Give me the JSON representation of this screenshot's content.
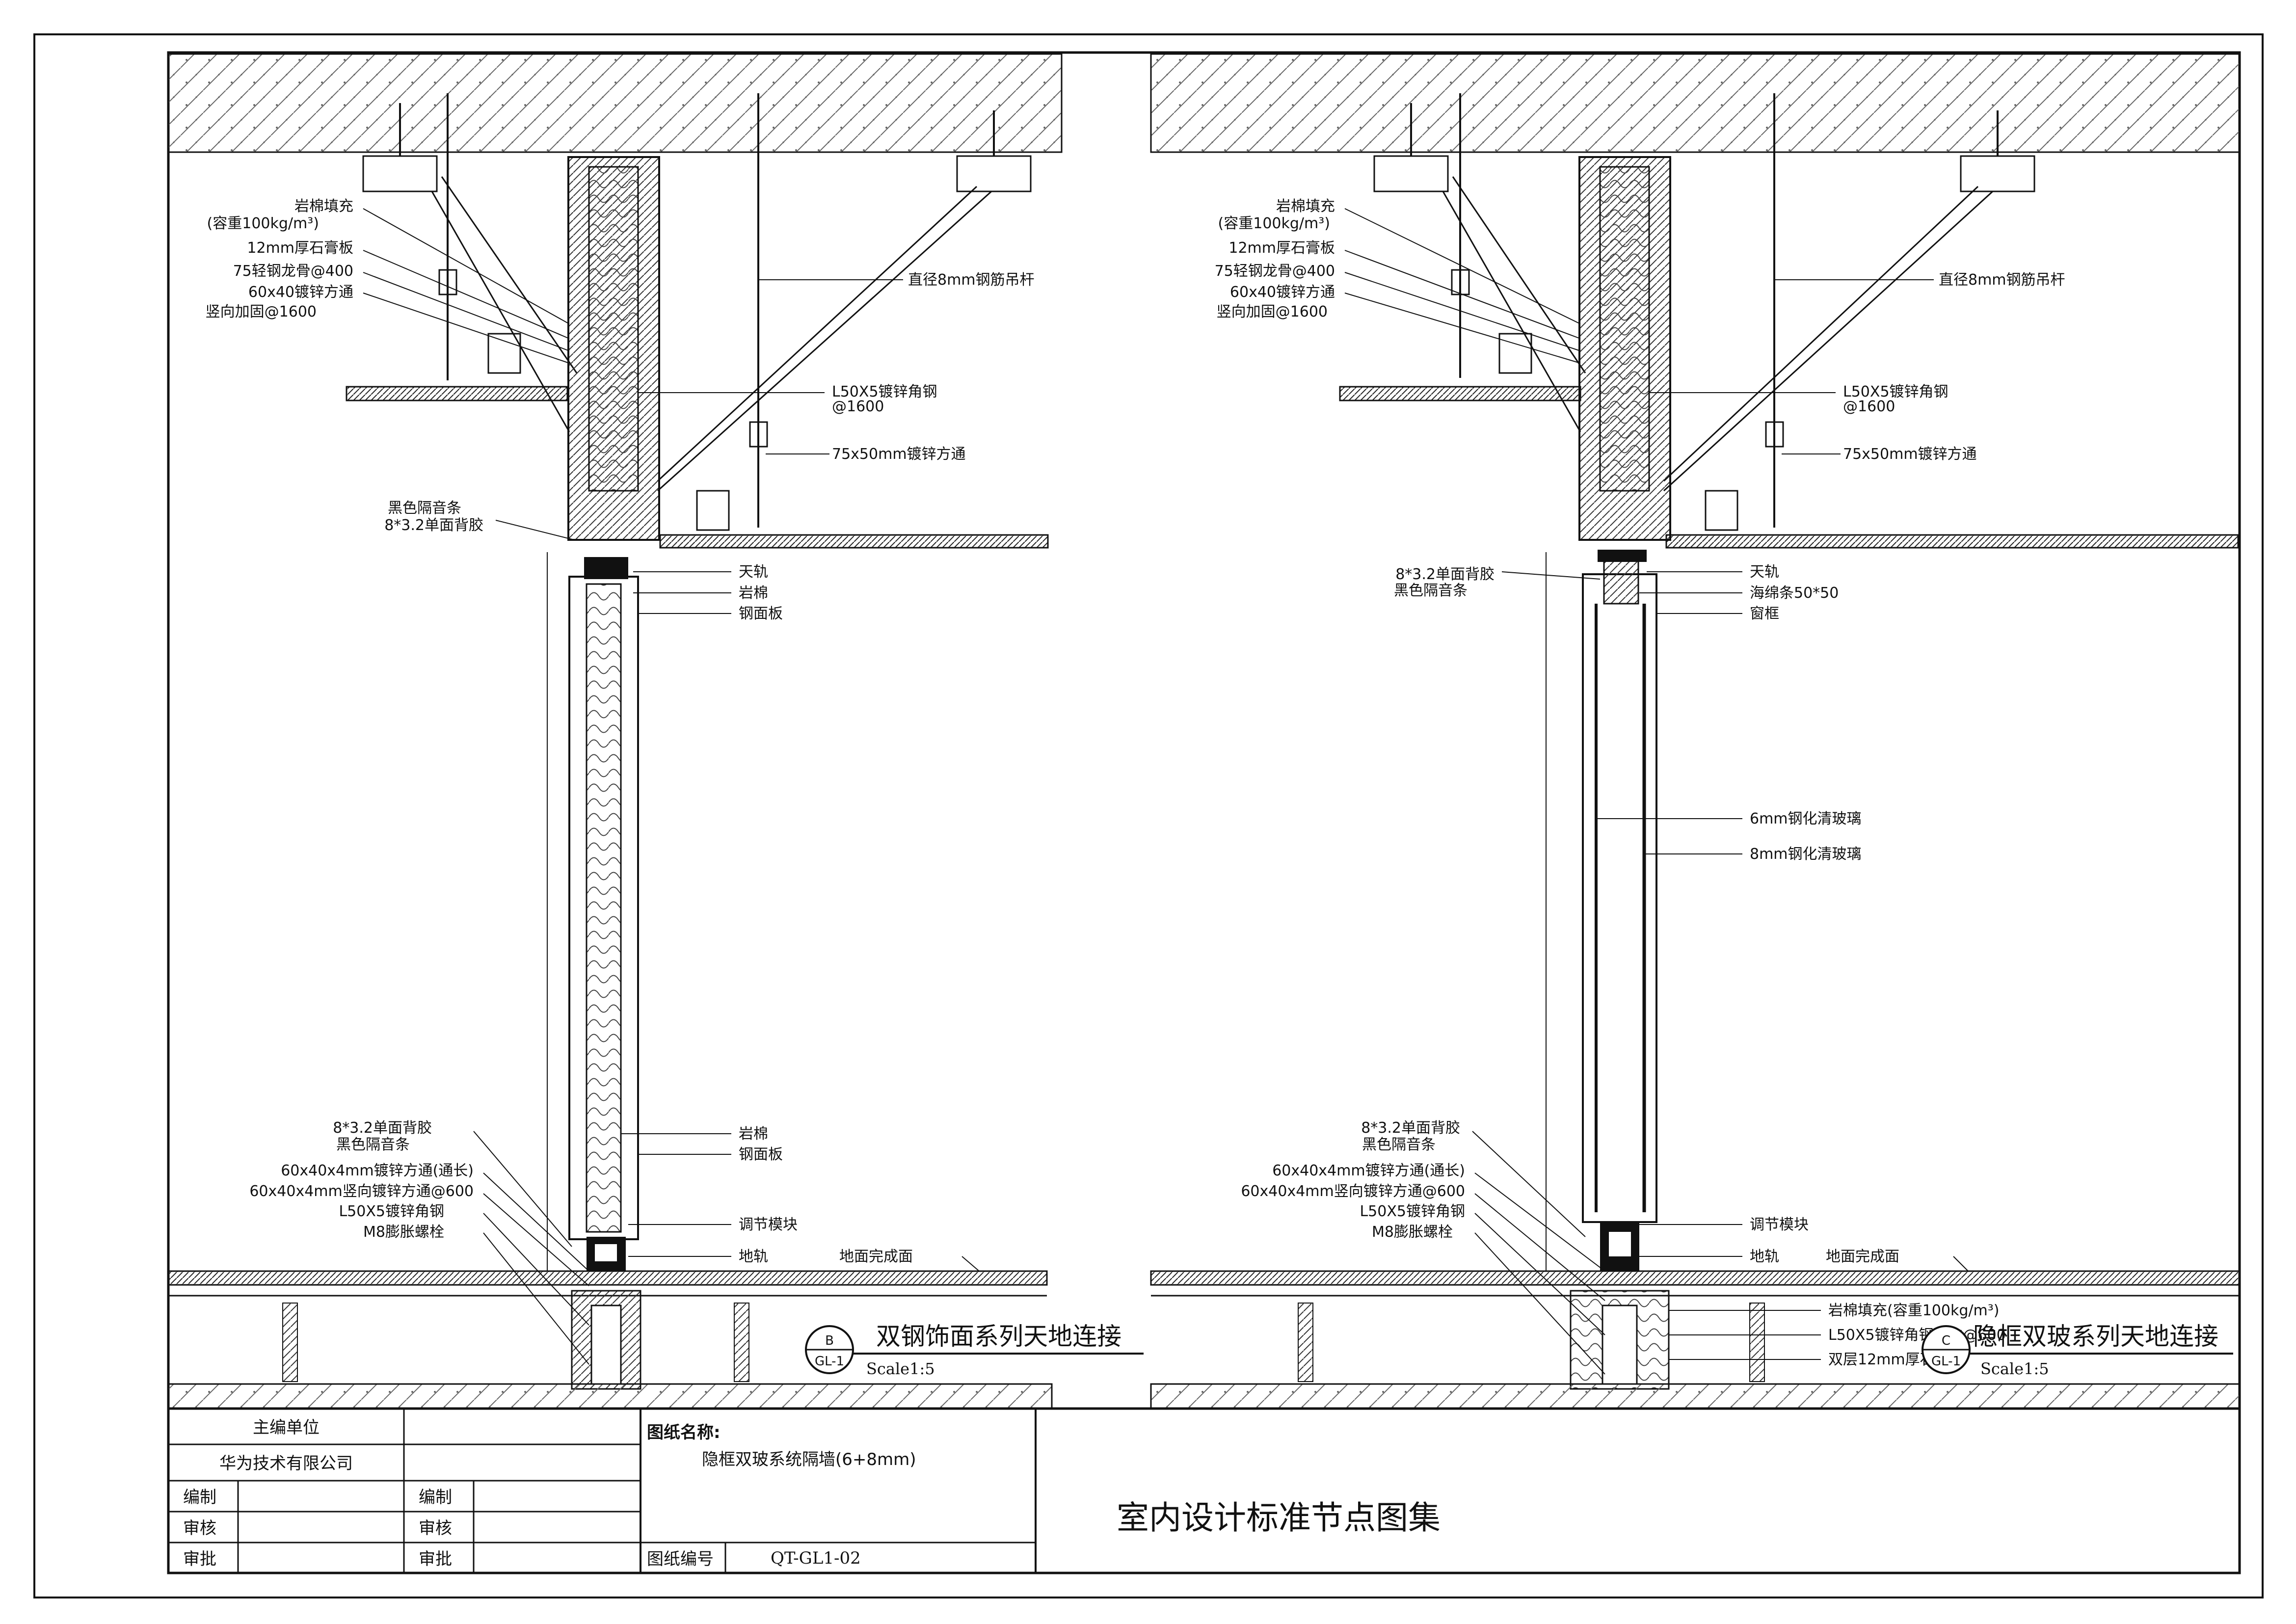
{
  "left_detail": {
    "labels_left": [
      "岩棉填充",
      "(容重100kg/m³)",
      "12mm厚石膏板",
      "75轻钢龙骨@400",
      "60x40镀锌方通",
      "竖向加固@1600",
      "黑色隔音条",
      "8*3.2单面背胶",
      "8*3.2单面背胶",
      "黑色隔音条",
      "60x40x4mm镀锌方通(通长)",
      "60x40x4mm竖向镀锌方通@600",
      "L50X5镀锌角钢",
      "M8膨胀螺栓"
    ],
    "labels_right": [
      "直径8mm钢筋吊杆",
      "L50X5镀锌角钢",
      "@1600",
      "75x50mm镀锌方通",
      "天轨",
      "岩棉",
      "钢面板",
      "岩棉",
      "钢面板",
      "调节模块",
      "地轨",
      "地面完成面"
    ],
    "title": "双钢饰面系列天地连接",
    "scale": "Scale1:5",
    "symbol_top": "B",
    "symbol_bottom": "GL-1"
  },
  "right_detail": {
    "labels_left": [
      "岩棉填充",
      "(容重100kg/m³)",
      "12mm厚石膏板",
      "75轻钢龙骨@400",
      "60x40镀锌方通",
      "竖向加固@1600",
      "8*3.2单面背胶",
      "黑色隔音条",
      "8*3.2单面背胶",
      "黑色隔音条",
      "60x40x4mm镀锌方通(通长)",
      "60x40x4mm竖向镀锌方通@600",
      "L50X5镀锌角钢",
      "M8膨胀螺栓"
    ],
    "labels_right": [
      "直径8mm钢筋吊杆",
      "L50X5镀锌角钢",
      "@1600",
      "75x50mm镀锌方通",
      "天轨",
      "海绵条50*50",
      "窗框",
      "6mm钢化清玻璃",
      "8mm钢化清玻璃",
      "调节模块",
      "地轨",
      "地面完成面",
      "岩棉填充(容重100kg/m³)",
      "L50X5镀锌角钢竖向@600",
      "双层12mm厚石膏板"
    ],
    "title": "隐框双玻系列天地连接",
    "scale": "Scale1:5",
    "symbol_top": "C",
    "symbol_bottom": "GL-1"
  },
  "title_block": {
    "unit_header": "主编单位",
    "unit_name": "华为技术有限公司",
    "roles": [
      "编制",
      "审核",
      "审批"
    ],
    "roles_right": [
      "编制",
      "审核",
      "审批"
    ],
    "drawing_name_label": "图纸名称:",
    "drawing_name": "隐框双玻系统隔墙(6+8mm)",
    "drawing_no_label": "图纸编号",
    "drawing_no": "QT-GL1-02",
    "collection_title": "室内设计标准节点图集"
  },
  "colors": {
    "line": "#111111",
    "background": "#ffffff",
    "hatch": "#555555"
  }
}
